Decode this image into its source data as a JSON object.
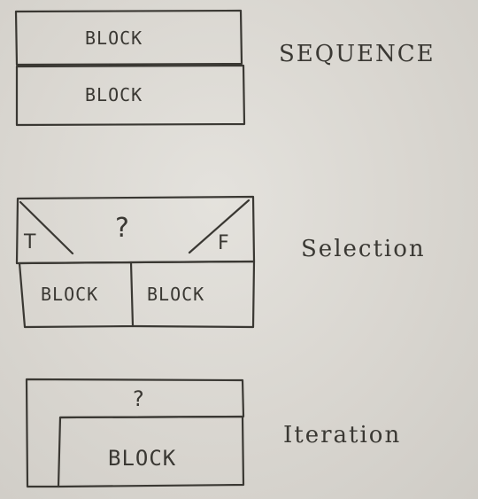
{
  "sequence": {
    "blocks": [
      "BLOCK",
      "BLOCK"
    ],
    "label": "SEQUENCE"
  },
  "selection": {
    "condition": "?",
    "true_label": "T",
    "false_label": "F",
    "blocks": [
      "BLOCK",
      "BLOCK"
    ],
    "label": "Selection"
  },
  "iteration": {
    "condition": "?",
    "block": "BLOCK",
    "label": "Iteration"
  }
}
